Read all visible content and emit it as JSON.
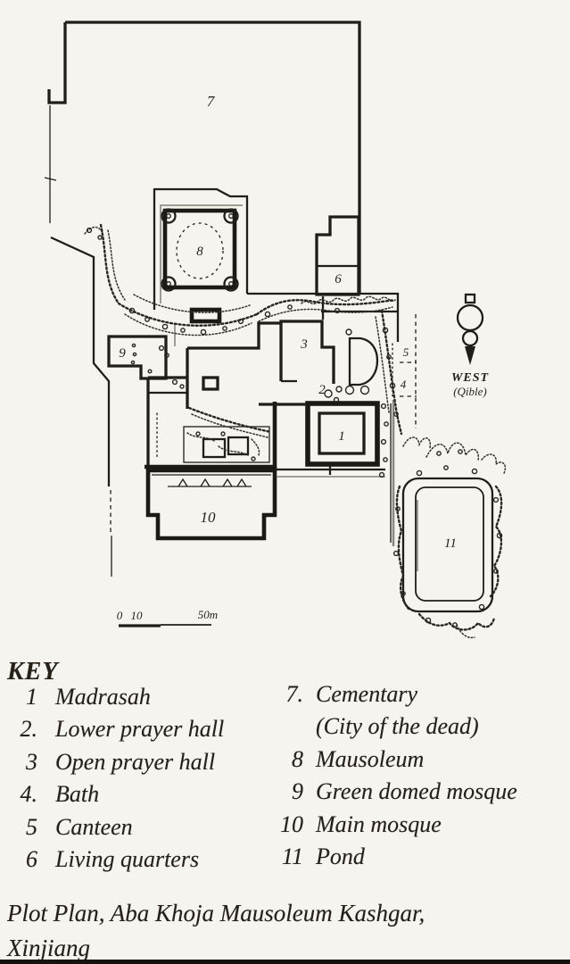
{
  "plan": {
    "labels": {
      "madrasah": "1",
      "lower_prayer_hall": "2",
      "open_prayer_hall": "3",
      "bath": "4",
      "canteen": "5",
      "living_quarters": "6",
      "cementary": "7",
      "mausoleum": "8",
      "green_domed_mosque": "9",
      "main_mosque": "10",
      "pond": "11"
    },
    "compass": {
      "direction": "WEST",
      "qibla_note": "(Qible)"
    },
    "scale_bar": {
      "start": "0",
      "mid": "10",
      "end": "50m"
    }
  },
  "key": {
    "title": "KEY",
    "left_items": [
      {
        "num": "1",
        "label": "Madrasah"
      },
      {
        "num": "2.",
        "label": "Lower prayer hall"
      },
      {
        "num": "3",
        "label": "Open prayer hall"
      },
      {
        "num": "4.",
        "label": "Bath"
      },
      {
        "num": "5",
        "label": "Canteen"
      },
      {
        "num": "6",
        "label": "Living quarters"
      }
    ],
    "right_items": [
      {
        "num": "7.",
        "label": "Cementary",
        "label2": "(City of the dead)"
      },
      {
        "num": "8",
        "label": "Mausoleum"
      },
      {
        "num": "9",
        "label": "Green domed mosque"
      },
      {
        "num": "10",
        "label": "Main mosque"
      },
      {
        "num": "11",
        "label": "Pond"
      }
    ]
  },
  "caption": {
    "line1": "Plot Plan, Aba Khoja Mausoleum Kashgar,",
    "line2": "Xinjiang"
  }
}
